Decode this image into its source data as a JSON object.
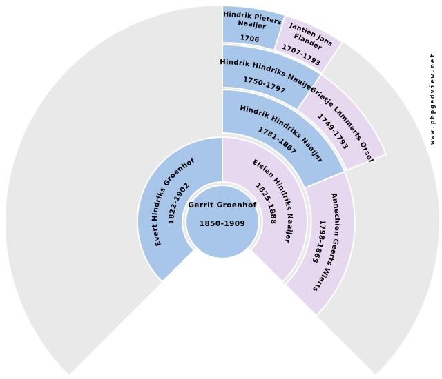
{
  "watermark": "www.phpgedview.net",
  "colors": {
    "male_fill": "#a8c6ea",
    "female_fill": "#e6d8ef",
    "empty_fill": "#e9e9e9",
    "background": "#ffffff",
    "text": "#000000"
  },
  "fan": {
    "generations": 5,
    "center": {
      "name": "Gerrit Groenhof",
      "years": "1850-1909"
    },
    "father": {
      "name": "Evert Hindriks Groenhof",
      "years": "1822-1902"
    },
    "mother": {
      "name": "Elsien Hindriks Naaijer",
      "years": "1825-1888"
    },
    "maternal_grandfather": {
      "name": "Hindrik Hindriks Naaijer",
      "years": "1781-1867"
    },
    "maternal_grandmother": {
      "name": "Annechien Geerts Wierts",
      "years": "1798-1865"
    },
    "great_grandfather": {
      "name": "Hindrik Hindriks Naaijer",
      "years": "1750-1797"
    },
    "great_grandmother": {
      "name": "Grietje Lammerts Orsel",
      "years": "1749-1793"
    },
    "gg_grandfather": {
      "name_line1": "Hindrik Pieters",
      "name_line2": "Naaijer",
      "years": "1706"
    },
    "gg_grandmother": {
      "name_line1": "Jantien Jans",
      "name_line2": "Flander",
      "years": "1707-1793"
    }
  }
}
